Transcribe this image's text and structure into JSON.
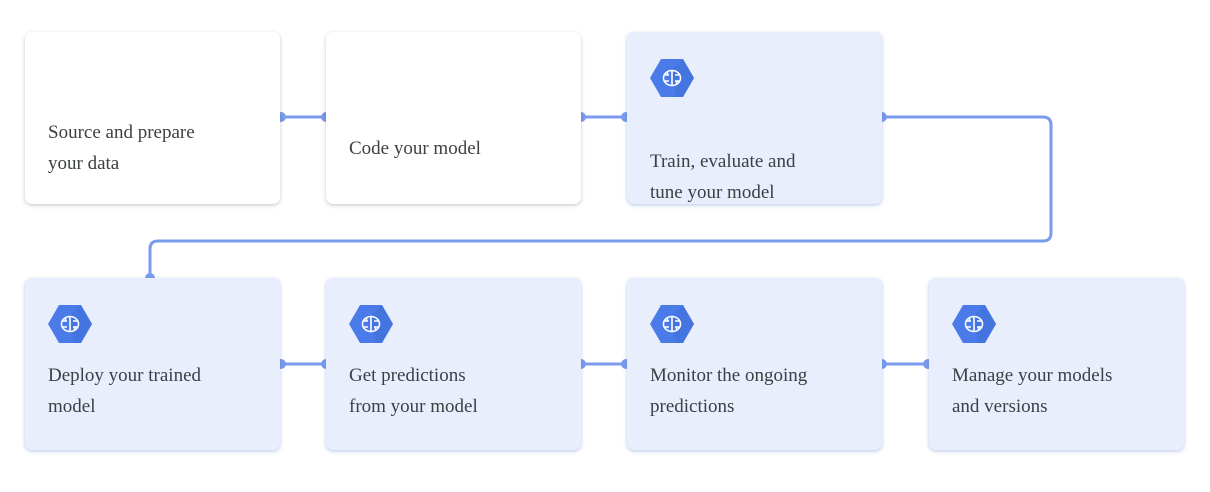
{
  "steps": [
    {
      "label": "Source and prepare\nyour data",
      "icon": null
    },
    {
      "label": "Code your model",
      "icon": null
    },
    {
      "label": "Train, evaluate and\ntune your model",
      "icon": "ai-platform-brain-icon"
    },
    {
      "label": "Deploy your trained\nmodel",
      "icon": "ai-platform-brain-icon"
    },
    {
      "label": "Get predictions\nfrom your model",
      "icon": "ai-platform-brain-icon"
    },
    {
      "label": "Monitor the ongoing\npredictions",
      "icon": "ai-platform-brain-icon"
    },
    {
      "label": "Manage your models\nand versions",
      "icon": "ai-platform-brain-icon"
    }
  ],
  "colors": {
    "connector": "#7b9cec",
    "icon_hex": "#4a7be8",
    "ml_card_bg": "#e8eefc",
    "text": "#3c4043"
  }
}
